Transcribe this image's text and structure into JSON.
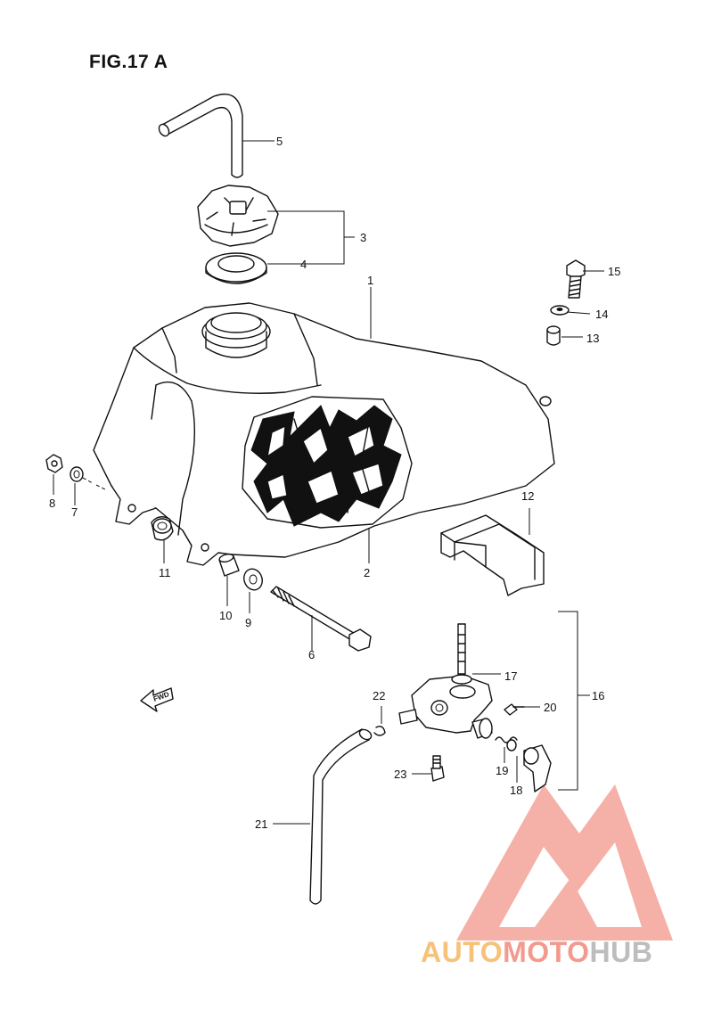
{
  "figure": {
    "title": "FIG.17 A"
  },
  "fwd_arrow": {
    "label": "FWD"
  },
  "callouts": [
    {
      "id": "1",
      "text": "1"
    },
    {
      "id": "2",
      "text": "2"
    },
    {
      "id": "3",
      "text": "3"
    },
    {
      "id": "4",
      "text": "4"
    },
    {
      "id": "5",
      "text": "5"
    },
    {
      "id": "6",
      "text": "6"
    },
    {
      "id": "7",
      "text": "7"
    },
    {
      "id": "8",
      "text": "8"
    },
    {
      "id": "9",
      "text": "9"
    },
    {
      "id": "10",
      "text": "10"
    },
    {
      "id": "11",
      "text": "11"
    },
    {
      "id": "12",
      "text": "12"
    },
    {
      "id": "13",
      "text": "13"
    },
    {
      "id": "14",
      "text": "14"
    },
    {
      "id": "15",
      "text": "15"
    },
    {
      "id": "16",
      "text": "16"
    },
    {
      "id": "17",
      "text": "17"
    },
    {
      "id": "18",
      "text": "18"
    },
    {
      "id": "19",
      "text": "19"
    },
    {
      "id": "20",
      "text": "20"
    },
    {
      "id": "21",
      "text": "21"
    },
    {
      "id": "22",
      "text": "22"
    },
    {
      "id": "23",
      "text": "23"
    }
  ],
  "watermark": {
    "part1": "AUTO",
    "part2": "MOTO",
    "part3": "HUB"
  },
  "colors": {
    "line": "#111111",
    "watermark_orange": "#f6c27a",
    "watermark_red": "#f39a8f",
    "watermark_grey": "#bdbdbd"
  }
}
